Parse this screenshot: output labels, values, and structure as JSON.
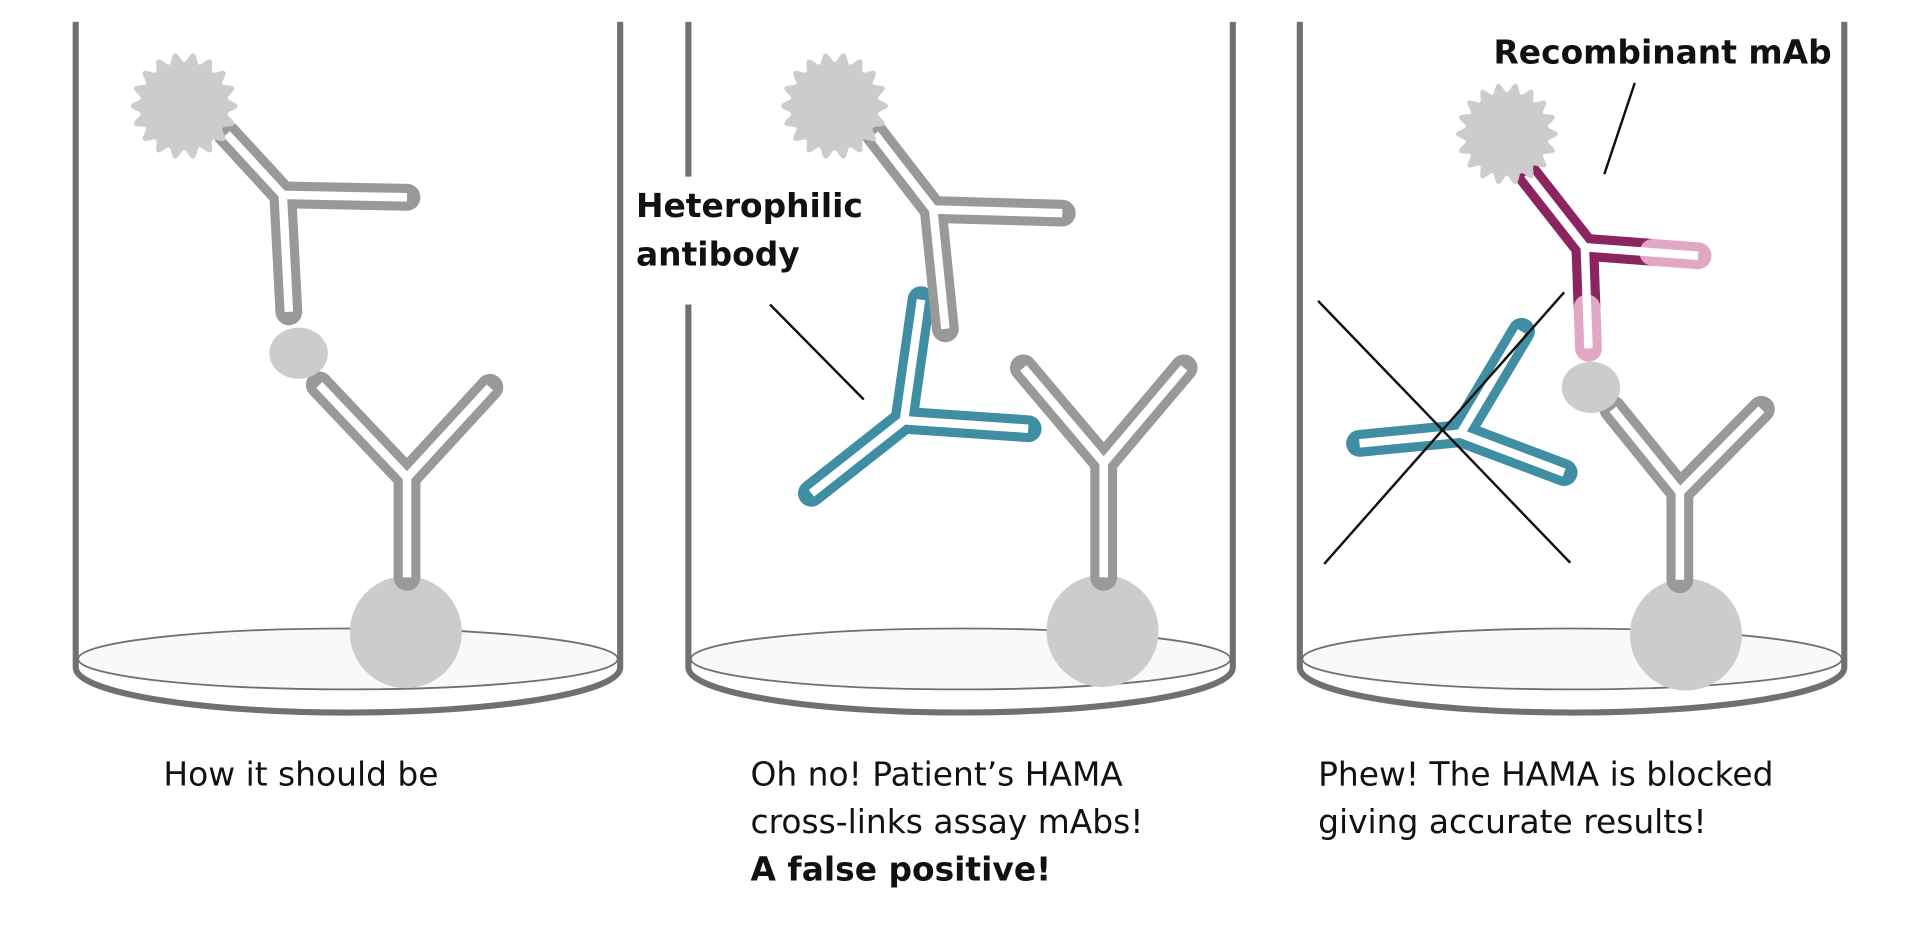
{
  "colors": {
    "tube": "#707070",
    "antibody_gray": "#999999",
    "particle": "#cccccc",
    "heterophilic": "#3f8ea3",
    "recombinant_dark": "#8a2560",
    "recombinant_light": "#e0a8c3"
  },
  "panels": [
    {
      "caption": [
        "How it should be"
      ]
    },
    {
      "label": [
        "Heterophilic",
        "antibody"
      ],
      "caption": [
        "Oh no! Patient’s HAMA",
        "cross-links assay mAbs!"
      ],
      "caption_bold": "A false positive!"
    },
    {
      "label": [
        "Recombinant mAb"
      ],
      "caption": [
        "Phew! The HAMA is blocked",
        "giving accurate results!"
      ]
    }
  ]
}
